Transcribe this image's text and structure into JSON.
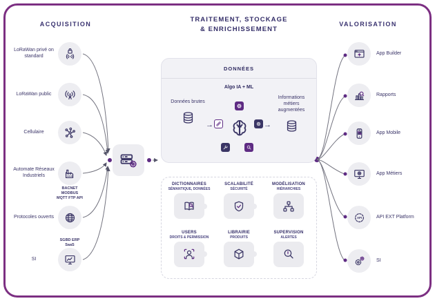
{
  "colors": {
    "frame": "#7c2f82",
    "navy": "#3a3565",
    "accent": "#5e2b83",
    "tile": "#ededf1"
  },
  "header": {
    "acquisition_title": "ACQUISITION",
    "processing_title_line1": "TRAITEMENT, STOCKAGE",
    "processing_title_line2": "& ENRICHISSEMENT",
    "valorisation_title": "VALORISATION"
  },
  "acquisition": {
    "items": [
      {
        "label": "LoRaWan privé on standard",
        "icon": "lorawan-private-icon"
      },
      {
        "label": "LoRaWan public",
        "icon": "lorawan-public-icon"
      },
      {
        "label": "Cellulaire",
        "icon": "cellular-network-icon"
      },
      {
        "label": "Automate Réseaux Industriels",
        "icon": "industrial-automation-icon",
        "caption": "BACNET MODBUS"
      },
      {
        "label": "Protocoles ouverts",
        "icon": "open-protocols-icon",
        "caption": "MQTT FTP API"
      },
      {
        "label": "SI",
        "icon": "information-system-icon",
        "caption": "SGBD ERP SaaS"
      }
    ]
  },
  "processing": {
    "box_title": "DONNÉES",
    "algo_label": "Algo IA + ML",
    "input_label": "Données brutes",
    "output_label": "Informations métiers augmentées",
    "arrow_glyph": "→",
    "modules": [
      {
        "title": "DICTIONNAIRES",
        "subtitle": "SÉMANTIQUE, DONNÉES",
        "icon": "dictionary-search-icon"
      },
      {
        "title": "SCALABILITÉ",
        "subtitle": "SÉCURITÉ",
        "icon": "shield-security-icon"
      },
      {
        "title": "MODÉLISATION",
        "subtitle": "HIÉRARCHIES",
        "icon": "hierarchy-icon"
      },
      {
        "title": "USERS",
        "subtitle": "DROITS & PERMISSION",
        "icon": "user-permissions-icon"
      },
      {
        "title": "LIBRAIRIE",
        "subtitle": "PRODUITS",
        "icon": "product-library-icon"
      },
      {
        "title": "SUPERVISION",
        "subtitle": "ALERTES",
        "icon": "supervision-alerts-icon"
      }
    ]
  },
  "valorisation": {
    "items": [
      {
        "label": "App Builder",
        "icon": "app-builder-icon"
      },
      {
        "label": "Rapports",
        "icon": "reports-icon"
      },
      {
        "label": "App Mobile",
        "icon": "mobile-app-icon"
      },
      {
        "label": "App Métiers",
        "icon": "business-app-icon"
      },
      {
        "label": "API EXT Platform",
        "icon": "api-platform-icon"
      },
      {
        "label": "SI",
        "icon": "si-gear-icon"
      }
    ]
  }
}
